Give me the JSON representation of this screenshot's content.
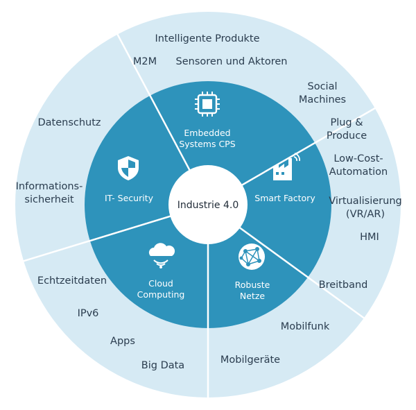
{
  "center": {
    "label": "Industrie 4.0"
  },
  "colors": {
    "outer_ring": "#d6eaf4",
    "inner_ring": "#2e93bb",
    "separator": "#ffffff",
    "center_fill": "#ffffff",
    "outer_text": "#2a3c4e",
    "inner_text": "#ffffff"
  },
  "segments": [
    {
      "id": "embedded",
      "icon": "cpu-chip-icon",
      "inner_label": [
        "Embedded",
        "Systems CPS"
      ],
      "outer_items": [
        {
          "lines": [
            "Intelligente Produkte"
          ]
        },
        {
          "lines": [
            "M2M"
          ]
        },
        {
          "lines": [
            "Sensoren und Aktoren"
          ]
        }
      ]
    },
    {
      "id": "smart-factory",
      "icon": "factory-icon",
      "inner_label": [
        "Smart Factory"
      ],
      "outer_items": [
        {
          "lines": [
            "Social",
            "Machines"
          ]
        },
        {
          "lines": [
            "Plug &",
            "Produce"
          ]
        },
        {
          "lines": [
            "Low-Cost-",
            "Automation"
          ]
        },
        {
          "lines": [
            "Virtualisierung",
            "(VR/AR)"
          ]
        },
        {
          "lines": [
            "HMI"
          ]
        }
      ]
    },
    {
      "id": "robuste-netze",
      "icon": "network-globe-icon",
      "inner_label": [
        "Robuste",
        "Netze"
      ],
      "outer_items": [
        {
          "lines": [
            "Breitband"
          ]
        },
        {
          "lines": [
            "Mobilfunk"
          ]
        },
        {
          "lines": [
            "Mobilgeräte"
          ]
        }
      ]
    },
    {
      "id": "cloud-computing",
      "icon": "cloud-wifi-icon",
      "inner_label": [
        "Cloud",
        "Computing"
      ],
      "outer_items": [
        {
          "lines": [
            "Echtzeitdaten"
          ]
        },
        {
          "lines": [
            "IPv6"
          ]
        },
        {
          "lines": [
            "Apps"
          ]
        },
        {
          "lines": [
            "Big Data"
          ]
        }
      ]
    },
    {
      "id": "it-security",
      "icon": "shield-icon",
      "inner_label": [
        "IT- Security"
      ],
      "outer_items": [
        {
          "lines": [
            "Datenschutz"
          ]
        },
        {
          "lines": [
            "Informations-",
            "sicherheit"
          ]
        }
      ]
    }
  ]
}
